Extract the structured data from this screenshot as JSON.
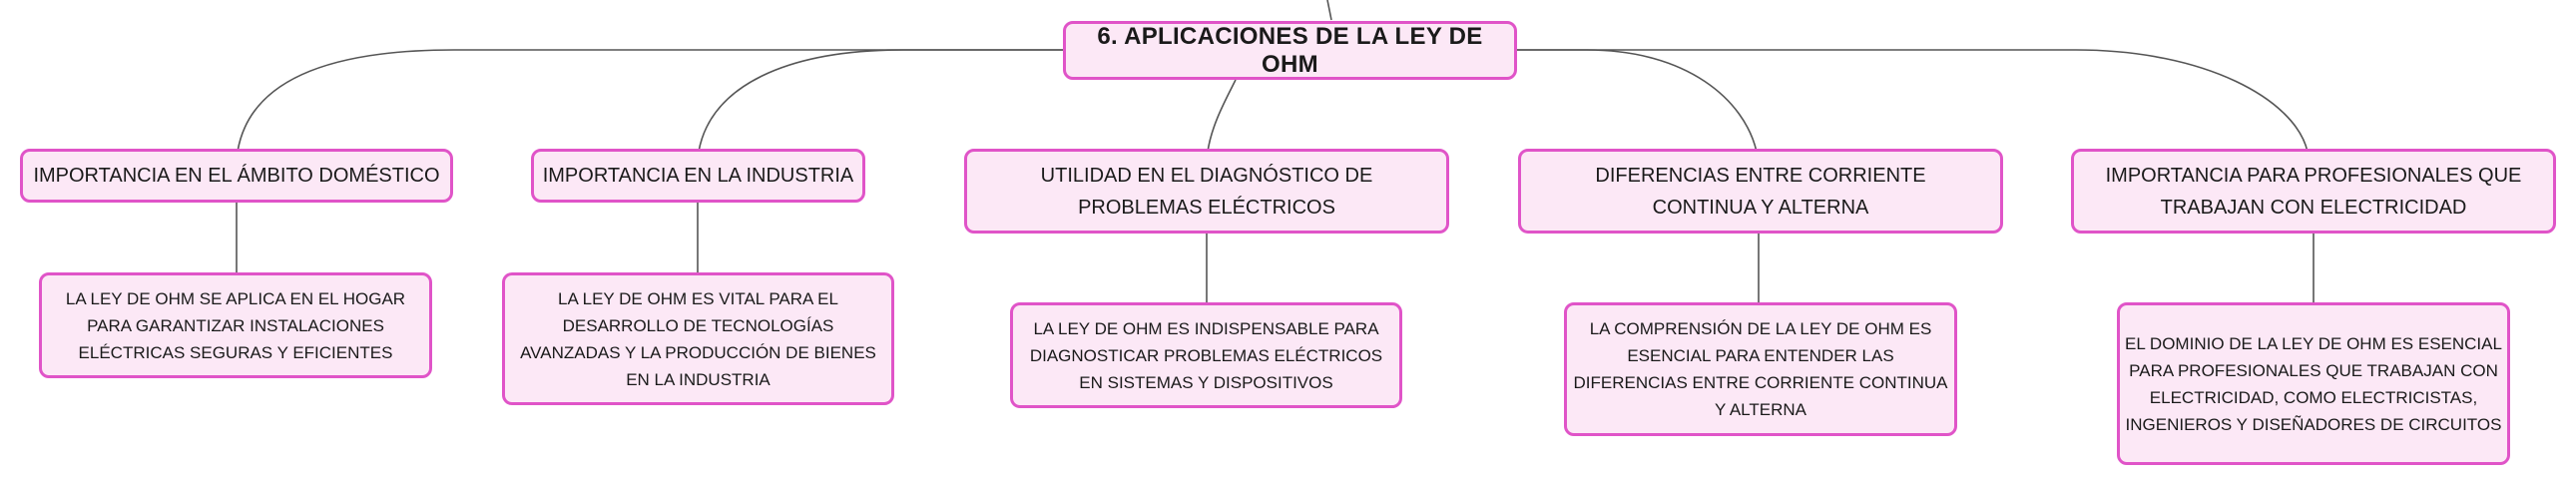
{
  "root": {
    "label": "6. APLICACIONES DE LA LEY DE OHM"
  },
  "branches": [
    {
      "topic": "IMPORTANCIA EN EL ÁMBITO DOMÉSTICO",
      "detail": "LA LEY DE OHM SE APLICA EN EL HOGAR PARA GARANTIZAR INSTALACIONES ELÉCTRICAS SEGURAS Y EFICIENTES"
    },
    {
      "topic": "IMPORTANCIA EN LA INDUSTRIA",
      "detail": "LA LEY DE OHM ES VITAL PARA EL DESARROLLO DE TECNOLOGÍAS AVANZADAS Y LA PRODUCCIÓN DE BIENES EN LA INDUSTRIA"
    },
    {
      "topic": "UTILIDAD EN EL DIAGNÓSTICO DE PROBLEMAS ELÉCTRICOS",
      "detail": "LA LEY DE OHM ES INDISPENSABLE PARA DIAGNOSTICAR PROBLEMAS ELÉCTRICOS EN SISTEMAS Y DISPOSITIVOS"
    },
    {
      "topic": "DIFERENCIAS ENTRE CORRIENTE CONTINUA Y ALTERNA",
      "detail": "LA COMPRENSIÓN DE LA LEY DE OHM ES ESENCIAL PARA ENTENDER LAS DIFERENCIAS ENTRE CORRIENTE CONTINUA Y ALTERNA"
    },
    {
      "topic": "IMPORTANCIA PARA PROFESIONALES QUE TRABAJAN CON ELECTRICIDAD",
      "detail": "EL DOMINIO DE LA LEY DE OHM ES ESENCIAL PARA PROFESIONALES QUE TRABAJAN CON ELECTRICIDAD, COMO ELECTRICISTAS, INGENIEROS Y DISEÑADORES DE CIRCUITOS"
    }
  ],
  "colors": {
    "node_fill": "#fce8f6",
    "node_border": "#e054c8",
    "connector": "#555555"
  }
}
